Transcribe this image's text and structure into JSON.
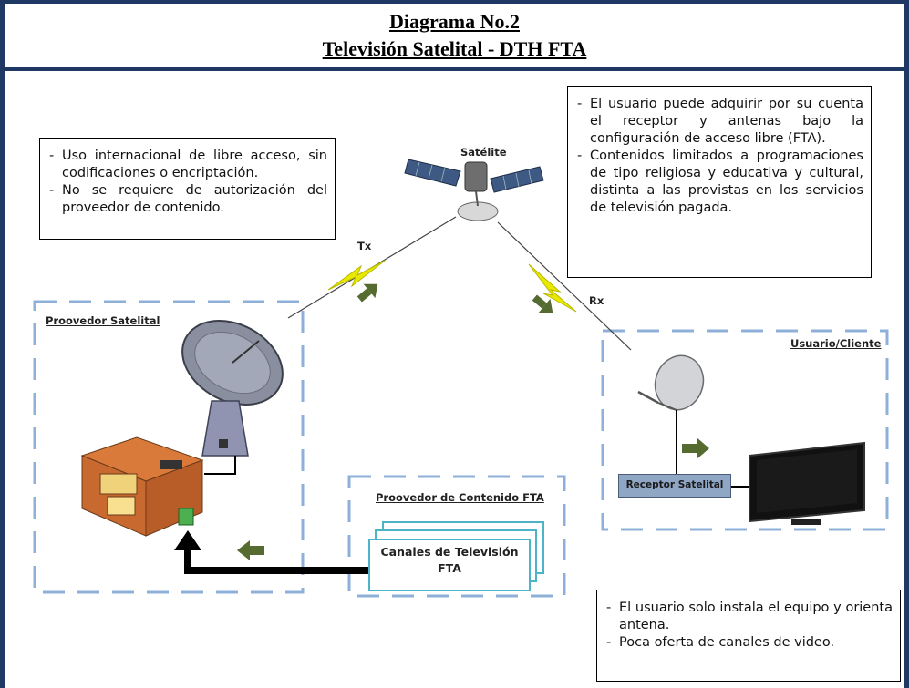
{
  "header": {
    "title_line1": "Diagrama No.2",
    "title_line2": "Televisión Satelital -  DTH FTA"
  },
  "notes": {
    "top_left": [
      "Uso internacional de libre acceso, sin codificaciones o encriptación.",
      "No se requiere de autorización del proveedor de contenido."
    ],
    "top_right": [
      "El usuario puede adquirir por su cuenta el receptor y antenas bajo la configuración de acceso libre (FTA).",
      "Contenidos limitados a programaciones de tipo religiosa y educativa y cultural, distinta a las provistas en los servicios de televisión pagada."
    ],
    "bottom_right": [
      "El usuario solo instala el equipo y orienta antena.",
      "Poca oferta de canales de video."
    ]
  },
  "labels": {
    "satellite": "Satélite",
    "tx": "Tx",
    "rx": "Rx",
    "provider_satellite": "Proovedor Satelital",
    "user_client": "Usuario/Cliente",
    "content_provider": "Proovedor de Contenido FTA",
    "receiver": "Receptor Satelital",
    "channels_line1": "Canales de Televisión",
    "channels_line2": "FTA"
  },
  "colors": {
    "frame": "#1f3864",
    "dashed_box": "#8eb0d8",
    "arrow_green": "#556b2f",
    "lightning": "#e8e800",
    "channel_box": "#4bb4c6"
  }
}
